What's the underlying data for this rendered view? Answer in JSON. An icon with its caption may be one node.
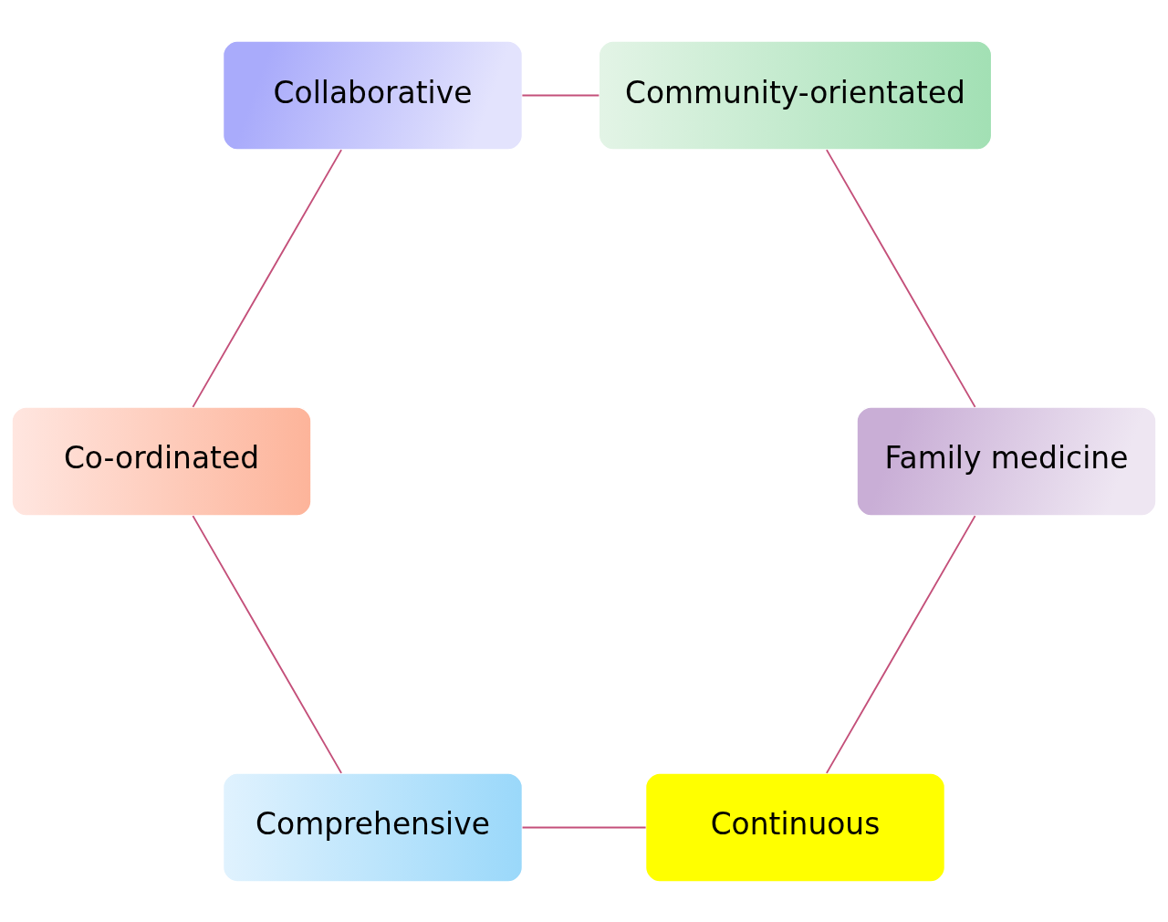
{
  "diagram": {
    "nodes": [
      {
        "text": [
          "Continuous"
        ]
      },
      {
        "text": [
          "Family medicine"
        ]
      },
      {
        "text": [
          "Comprehensive"
        ]
      },
      {
        "text": [
          "Community-orientated"
        ]
      },
      {
        "text": [
          "Co-ordinated"
        ]
      },
      {
        "text": [
          "Collaborative"
        ]
      }
    ],
    "edges": [
      {
        "from": 0,
        "to": 2,
        "arrow": "none"
      },
      {
        "from": 2,
        "to": 4,
        "arrow": "none"
      },
      {
        "from": 4,
        "to": 5,
        "arrow": "none"
      },
      {
        "from": 5,
        "to": 3,
        "arrow": "none"
      },
      {
        "from": 3,
        "to": 1,
        "arrow": "none"
      },
      {
        "from": 1,
        "to": 0,
        "arrow": "none"
      }
    ]
  }
}
